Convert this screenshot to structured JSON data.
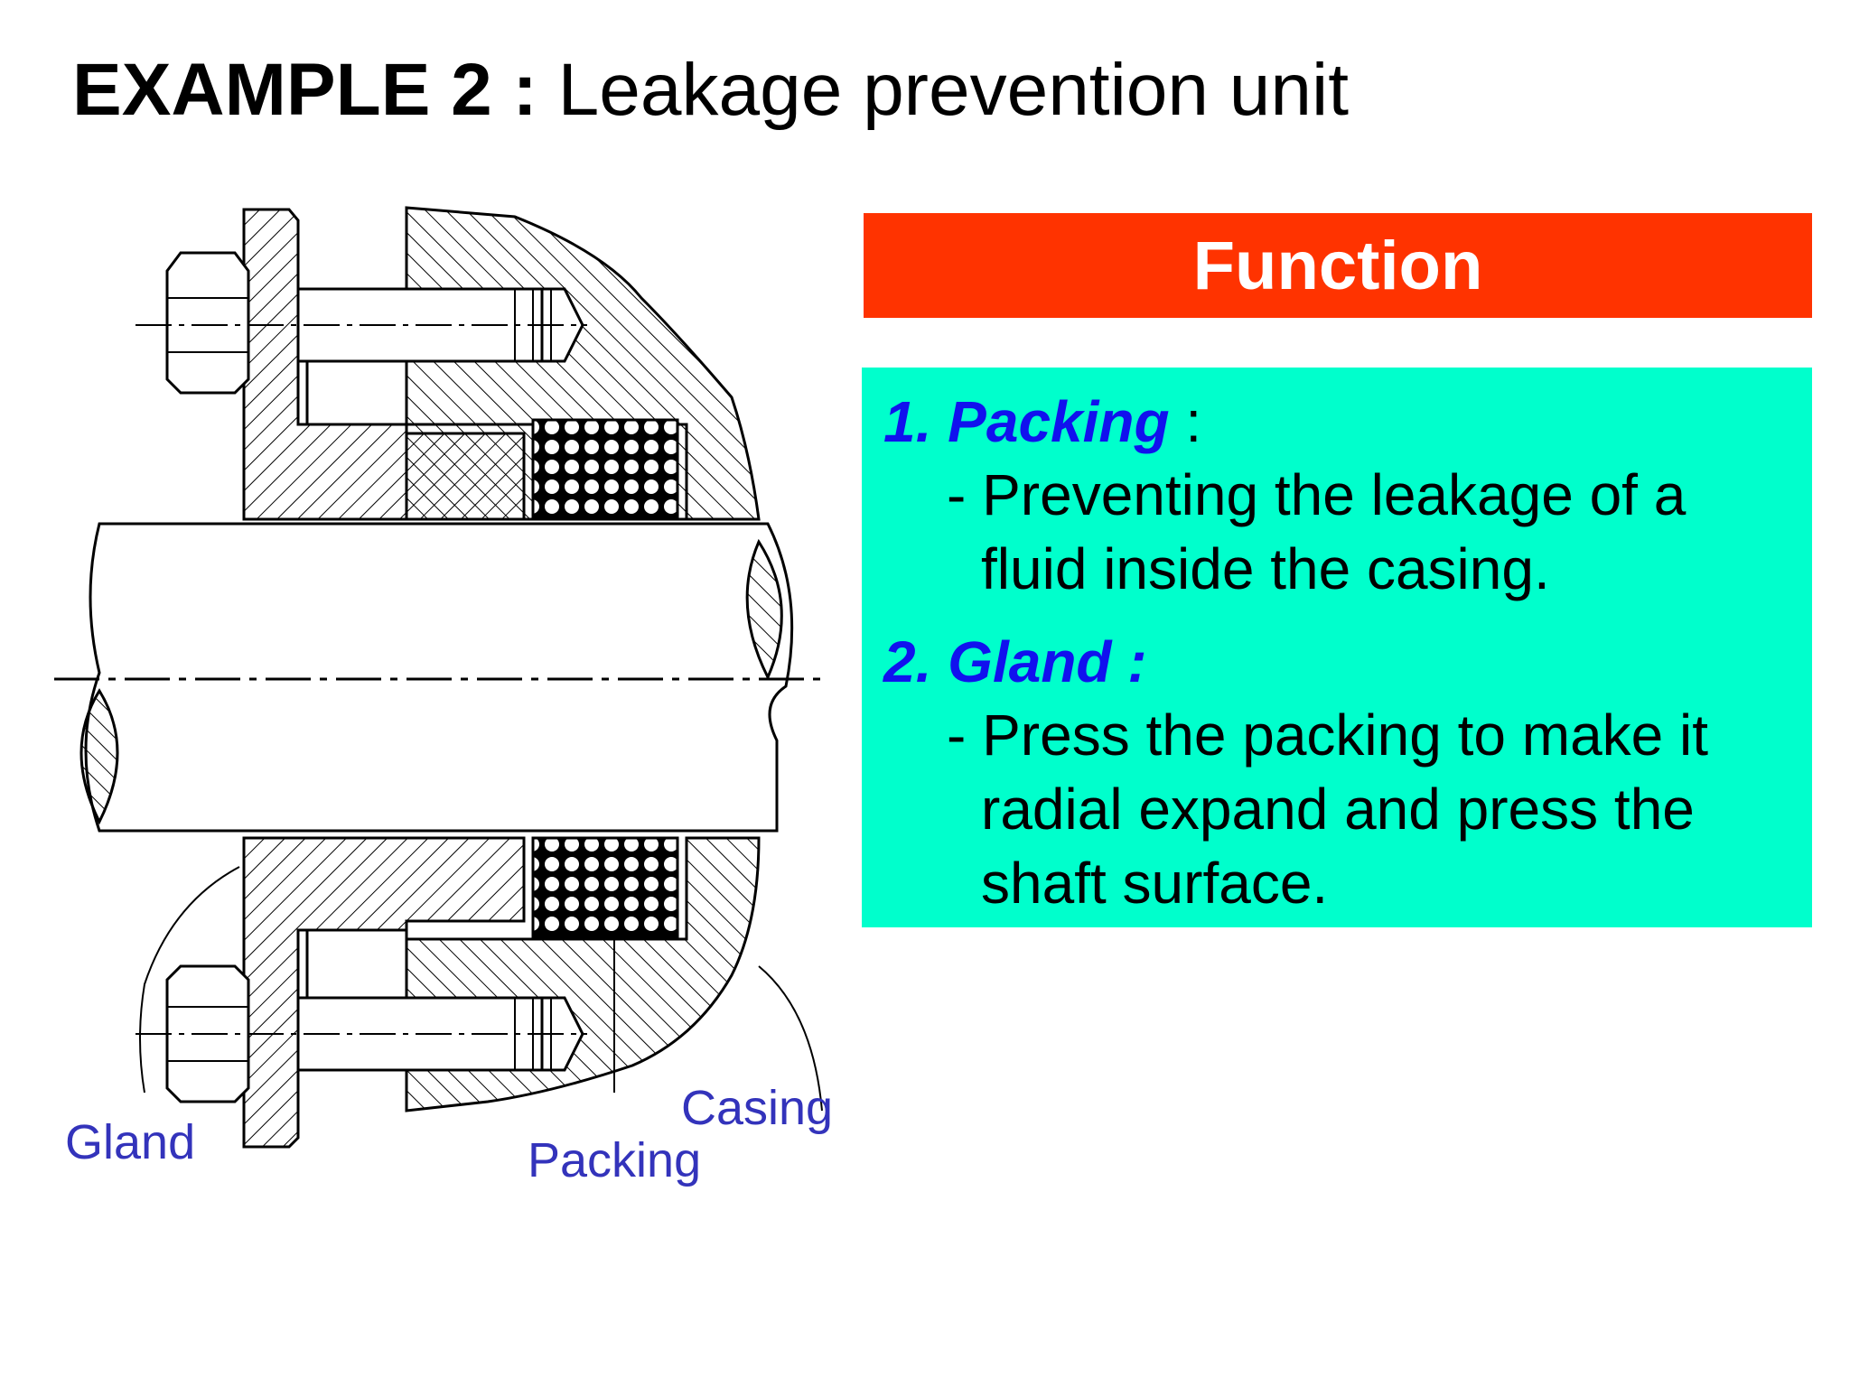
{
  "title": {
    "bold": "EXAMPLE 2 :",
    "rest": "Leakage prevention unit"
  },
  "function_panel": {
    "header": "Function",
    "items": [
      {
        "number_title": "1. Packing",
        "colon": " :",
        "desc_first": "- Preventing the leakage of a",
        "desc_rest": [
          "fluid inside the casing."
        ]
      },
      {
        "number_title": "2. Gland :",
        "colon": "",
        "desc_first": "- Press the packing to make it",
        "desc_rest": [
          "radial expand and press the",
          "shaft surface."
        ]
      }
    ]
  },
  "diagram_labels": {
    "gland": "Gland",
    "packing": "Packing",
    "casing": "Casing"
  },
  "colors": {
    "header_bg": "#ff3300",
    "body_bg": "#00ffcc",
    "item_title": "#1111ee",
    "label": "#3333bb"
  }
}
